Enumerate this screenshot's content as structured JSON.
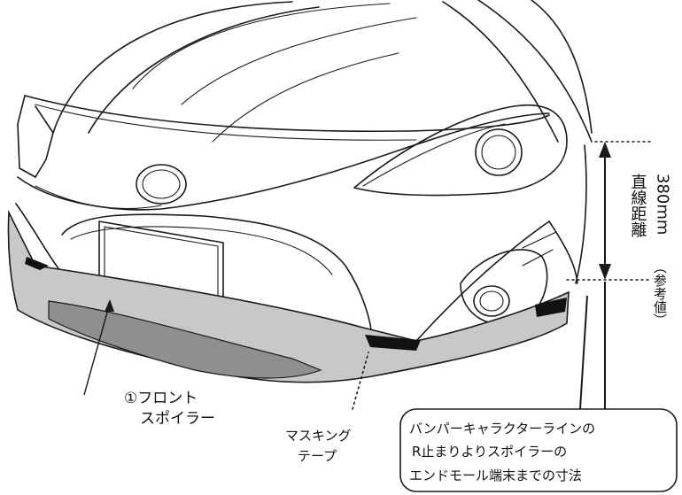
{
  "labels": {
    "part_name_line1": "①フロント",
    "part_name_line2": "スポイラー",
    "tape_line1": "マスキング",
    "tape_line2": "テープ",
    "distance_label": "直線距離",
    "distance_value": "380mm",
    "reference_note": "（参考値）",
    "callout_line1": "バンパーキャラクターラインの",
    "callout_line2": "R止まりよりスポイラーの",
    "callout_line3": "エンドモール端末までの寸法"
  },
  "colors": {
    "spoiler_fill": "#c8c8c8",
    "spoiler_dark": "#8f8f8f",
    "tape_fill": "#111111",
    "ink": "#1a1a1a"
  }
}
